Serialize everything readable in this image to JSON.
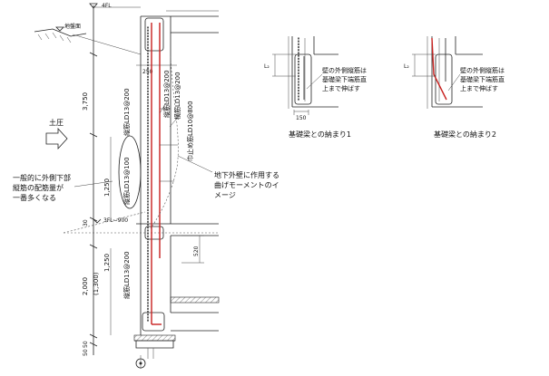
{
  "levels": {
    "top": "4FL",
    "mid": "3FL−900"
  },
  "ground_label": "地盤面",
  "pressure_label": "土圧",
  "dims_left": {
    "total": "3,750",
    "upper": "1,250",
    "mid_a": "1,250",
    "mid_b": "2,000",
    "mid_c": "(1,300)",
    "small_a": "50",
    "small_b": "50",
    "small_c": "30"
  },
  "dim_250": "250",
  "dim_520": "520",
  "rebar_labels": {
    "upper_vertical": "縦筋LD13@200",
    "upper_inner": "縦筋LD13@200",
    "horizontal": "横筋LD13@200",
    "crack": "巾止め筋LD10@800",
    "lower_outer": "縦筋LD13@100",
    "lower_vertical": "縦筋LD13@200"
  },
  "note_left": [
    "一般的に外側下部",
    "縦筋の配筋量が",
    "一番多くなる"
  ],
  "note_moment": [
    "地下外壁に作用する",
    "曲げモーメントのイ",
    "メージ"
  ],
  "detail1": {
    "caption": "基礎梁との納まり1",
    "note": [
      "壁の外側縦筋は",
      "基礎梁下端筋直",
      "上まで伸ばす"
    ],
    "dim_l2": "L₂",
    "dim_150": "150"
  },
  "detail2": {
    "caption": "基礎梁との納まり2",
    "note": [
      "壁の外側縦筋は",
      "基礎梁下端筋直",
      "上まで伸ばす"
    ],
    "dim_l2": "L₂"
  },
  "colors": {
    "rebar": "#c8201e",
    "line": "#222222"
  }
}
